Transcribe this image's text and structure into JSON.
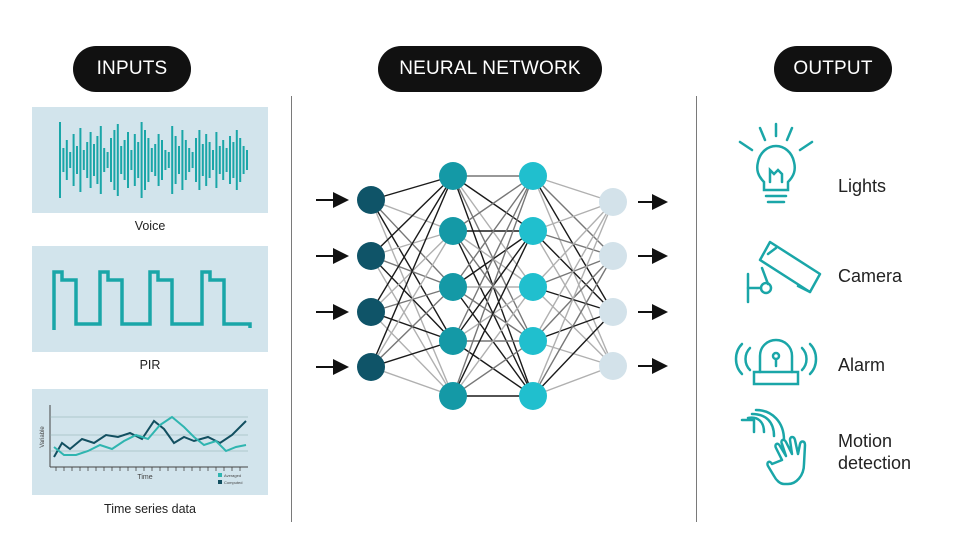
{
  "headers": {
    "inputs": "INPUTS",
    "network": "NEURAL NETWORK",
    "output": "OUTPUT"
  },
  "inputs": [
    {
      "caption": "Voice"
    },
    {
      "caption": "PIR"
    },
    {
      "caption": "Time series data",
      "chart_ylabel": "Variable",
      "chart_xlabel": "Time",
      "legend": [
        "Averaged",
        "Computed"
      ]
    }
  ],
  "outputs": [
    {
      "label": "Lights",
      "icon": "light-bulb-icon"
    },
    {
      "label": "Camera",
      "icon": "security-camera-icon"
    },
    {
      "label": "Alarm",
      "icon": "alarm-siren-icon"
    },
    {
      "label_line1": "Motion",
      "label_line2": "detection",
      "icon": "motion-hand-icon"
    }
  ],
  "network": {
    "layers": [
      4,
      5,
      5,
      4
    ],
    "layer_colors": [
      "#0f5468",
      "#1499a6",
      "#20bfce",
      "#d3e2ea"
    ]
  },
  "colors": {
    "accent": "#1aa6a8",
    "panel": "#d2e4ec",
    "header_bg": "#111111"
  }
}
